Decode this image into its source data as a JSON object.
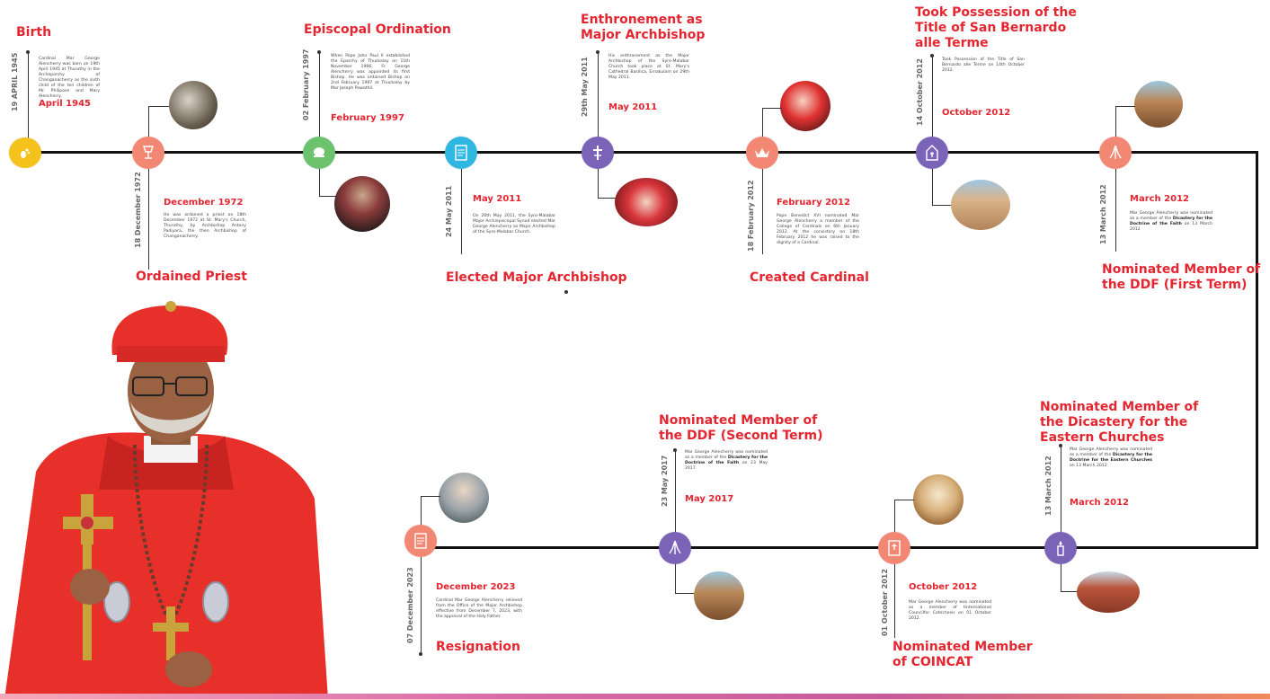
{
  "colors": {
    "title_red": "#e32630",
    "birth_yellow": "#f5c21b",
    "salmon": "#f28773",
    "green": "#6cc26d",
    "cyan": "#2fb6e1",
    "purple": "#7b63b8",
    "line": "#111111"
  },
  "events": {
    "birth": {
      "title": "Birth",
      "vdate": "19 APRIL 1945",
      "mdate": "April 1945",
      "desc": "Cardinal Mar George Alencherry was born on 19th April 1945 at Thuruthy in the Archeparchy of Changanacherry as the sixth child of the ten children of Mr. Philipose and Mary Alencherry.",
      "icon": "footprint-icon"
    },
    "ordained": {
      "title": "Ordained Priest",
      "vdate": "18 December 1972",
      "mdate": "December 1972",
      "desc": "He was ordained a priest on 18th December 1972 at St. Mary's Church, Thuruthy, by Archbishop Antony Padiyara, the then Archbishop of Changanacherry.",
      "icon": "chalice-icon"
    },
    "episcopal": {
      "title": "Episcopal Ordination",
      "vdate": "02 February 1997",
      "mdate": "February 1997",
      "desc": "When Pope John Paul II established the Eparchy of Thuckalay on 11th November 1996, Fr. George Alencherry was appointed its first Bishop. He was ordained Bishop on 2nd February 1997 at Thuckalay by Mar Joseph Powathil.",
      "icon": "crown-icon"
    },
    "elected": {
      "title": "Elected Major Archbishop",
      "vdate": "24 May 2011",
      "mdate": "May 2011",
      "desc": "On 26th May 2011, the Syro-Malabar Major Archiepiscopal Synod elected Mar George Alencherry as Major Archbishop of the Syro-Malabar Church.",
      "icon": "document-icon"
    },
    "enthronement": {
      "title": "Enthronement as Major Archbishop",
      "vdate": "29th May 2011",
      "mdate": "May 2011",
      "desc": "His enthronement as the Major Archbishop of the Syro-Malabar Church took place at St. Mary's Cathedral Basilica, Ernakulam on 29th May 2011.",
      "icon": "cross-icon"
    },
    "cardinal": {
      "title": "Created Cardinal",
      "vdate": "18 February 2012",
      "mdate": "February 2012",
      "desc": "Pope Benedict XVI nominated Mar George Alencherry a member of the College of Cardinals on 6th January 2012. At the consistory on 18th February 2012 he was raised to the dignity of a Cardinal.",
      "icon": "crown-icon"
    },
    "possession": {
      "title": "Took Possession of the Title of San Bernardo alle Terme",
      "vdate": "14 October 2012",
      "mdate": "October 2012",
      "desc": "Took Possession of the Title of San Bernardo alle Terme on 14th October 2012.",
      "icon": "church-icon"
    },
    "ddf1": {
      "title": "Nominated Member of the DDF (First Term)",
      "vdate": "13 March 2012",
      "mdate": "March 2012",
      "desc_pre": "Mar George Alencherry was nominated as a member of the ",
      "desc_bold": "Dicastery for the Doctrine of the Faith",
      "desc_post": " on 13 March 2012",
      "icon": "praying-hands-icon"
    },
    "eastern": {
      "title": "Nominated Member of the Dicastery for the Eastern Churches",
      "vdate": "13 March 2012",
      "mdate": "March 2012",
      "desc_pre": "Mar George Alencherry was nominated as a member of the ",
      "desc_bold": "Dicastery for the Doctrine for the Eastern Churches",
      "desc_post": " on 13 March 2012",
      "icon": "candle-icon"
    },
    "coincat": {
      "title": "Nominated Member of COINCAT",
      "vdate": "01 October 2012",
      "mdate": "October 2012",
      "desc": "Mar George Alencherry was nominated as a member of tinternational Councilfor Catechesis on 01 October 2012.",
      "icon": "bible-icon"
    },
    "ddf2": {
      "title": "Nominated Member of the DDF (Second Term)",
      "vdate": "23 May 2017",
      "mdate": "May 2017",
      "desc_pre": "Mar George Alencherry was nominated as a member of the ",
      "desc_bold": "Dicastery for the Doctrine of the Faith",
      "desc_post": " on 23 May 2017.",
      "icon": "praying-hands-icon"
    },
    "resignation": {
      "title": "Resignation",
      "vdate": "07 December 2023",
      "mdate": "December 2023",
      "desc": "Cardinal Mar George Alencherry relieved from the Office of the Major Archbishop effective from December 7, 2023, with the approval of the Holy Father.",
      "icon": "document-icon"
    }
  }
}
